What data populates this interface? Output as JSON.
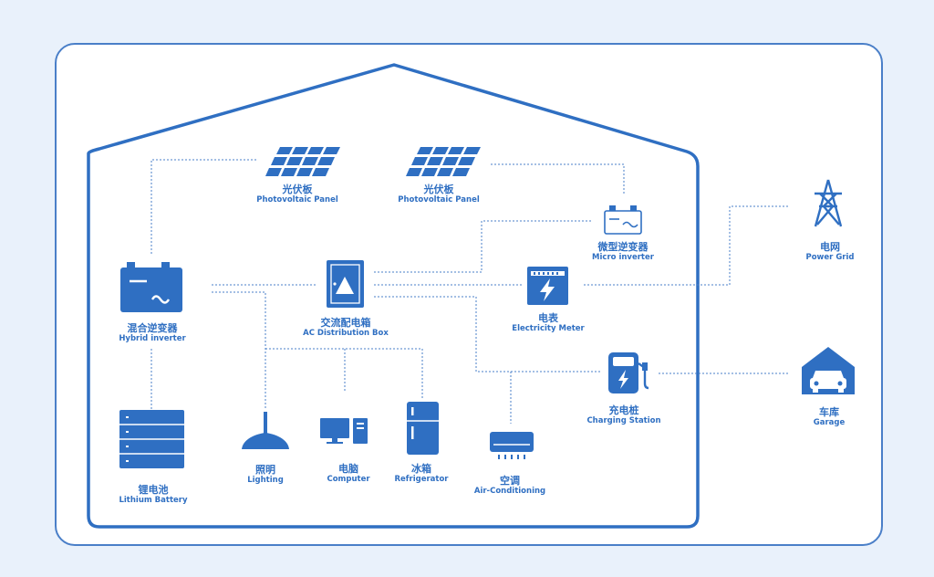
{
  "colors": {
    "primary": "#2f6fc2",
    "line": "#4a7fc8",
    "background": "#e9f1fb",
    "card": "#ffffff"
  },
  "nodes": {
    "pv1": {
      "zh": "光伏板",
      "en": "Photovoltaic Panel",
      "icon": "solar-panel-icon"
    },
    "pv2": {
      "zh": "光伏板",
      "en": "Photovoltaic Panel",
      "icon": "solar-panel-icon"
    },
    "micro": {
      "zh": "微型逆变器",
      "en": "Micro inverter",
      "icon": "battery-outline-icon"
    },
    "grid": {
      "zh": "电网",
      "en": "Power Grid",
      "icon": "power-tower-icon"
    },
    "hybrid": {
      "zh": "混合逆变器",
      "en": "Hybrid inverter",
      "icon": "hybrid-inverter-icon"
    },
    "acbox": {
      "zh": "交流配电箱",
      "en": "AC Distribution Box",
      "icon": "distribution-box-icon"
    },
    "meter": {
      "zh": "电表",
      "en": "Electricity Meter",
      "icon": "electricity-meter-icon"
    },
    "charging": {
      "zh": "充电桩",
      "en": "Charging Station",
      "icon": "charging-station-icon"
    },
    "garage": {
      "zh": "车库",
      "en": "Garage",
      "icon": "garage-car-icon"
    },
    "battery": {
      "zh": "锂电池",
      "en": "Lithium Battery",
      "icon": "battery-stack-icon"
    },
    "lighting": {
      "zh": "照明",
      "en": "Lighting",
      "icon": "ceiling-lamp-icon"
    },
    "computer": {
      "zh": "电脑",
      "en": "Computer",
      "icon": "computer-icon"
    },
    "fridge": {
      "zh": "冰箱",
      "en": "Refrigerator",
      "icon": "refrigerator-icon"
    },
    "ac": {
      "zh": "空调",
      "en": "Air-Conditioning",
      "icon": "air-conditioner-icon"
    }
  }
}
